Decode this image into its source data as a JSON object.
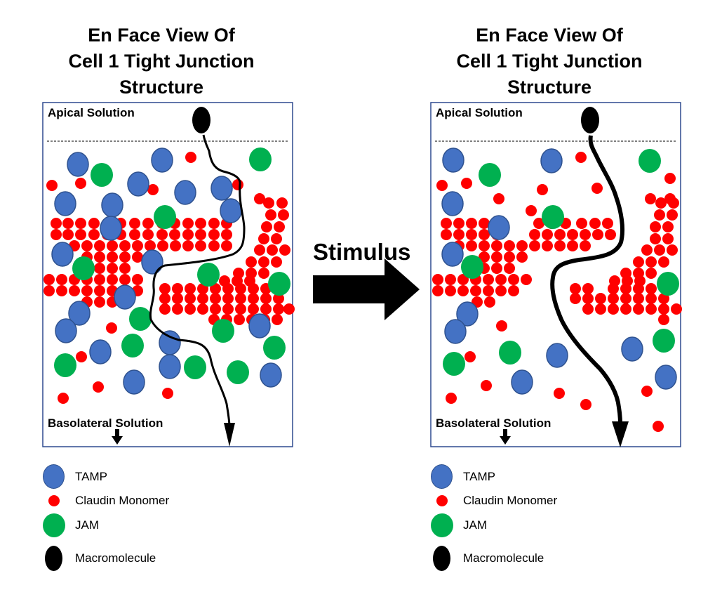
{
  "left_panel": {
    "title_lines": [
      "En Face View Of",
      "Cell 1 Tight Junction",
      "Structure"
    ],
    "apical_label": "Apical Solution",
    "basolateral_label": "Basolateral Solution",
    "legend": [
      {
        "label": "TAMP",
        "symbol": "tamp"
      },
      {
        "label": "Claudin Monomer",
        "symbol": "claudin"
      },
      {
        "label": "JAM",
        "symbol": "jam"
      },
      {
        "label": "Macromolecule",
        "symbol": "macro"
      }
    ]
  },
  "right_panel": {
    "title_lines": [
      "En Face View Of",
      "Cell 1 Tight Junction",
      "Structure"
    ],
    "apical_label": "Apical Solution",
    "basolateral_label": "Basolateral Solution",
    "legend": [
      {
        "label": "TAMP",
        "symbol": "tamp"
      },
      {
        "label": "Claudin Monomer",
        "symbol": "claudin"
      },
      {
        "label": "JAM",
        "symbol": "jam"
      },
      {
        "label": "Macromolecule",
        "symbol": "macro"
      }
    ]
  },
  "center": {
    "label": "Stimulus"
  },
  "colors": {
    "tamp": "#4472c4",
    "tamp_border": "#2f528f",
    "claudin": "#ff0000",
    "jam": "#00b050",
    "macromolecule": "#000000",
    "box_border": "#2f4a8f"
  }
}
